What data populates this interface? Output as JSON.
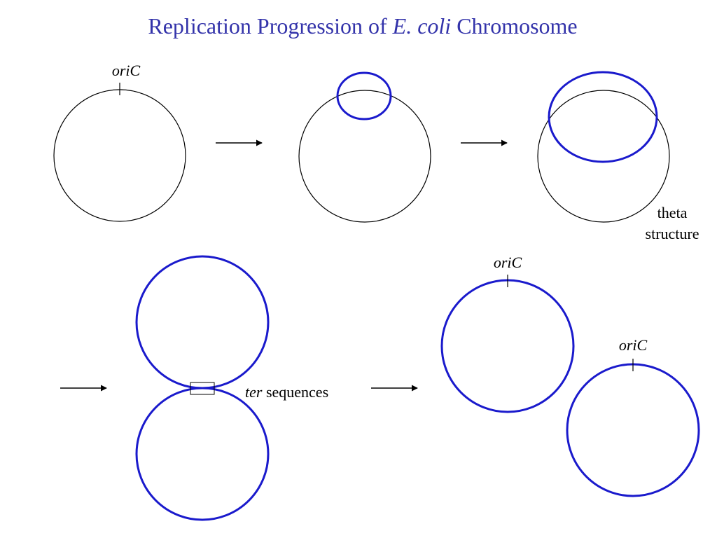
{
  "title": {
    "prefix": "Replication Progression of ",
    "italic": "E. coli",
    "suffix": " Chromosome"
  },
  "labels": {
    "origin": "oriC",
    "theta_line1": "theta",
    "theta_line2": "structure",
    "ter_italic": "ter",
    "ter_rest": " sequences"
  },
  "colors": {
    "title": "#3333aa",
    "parental_strand": "#000000",
    "new_strand": "#1a1acc",
    "arrow": "#000000"
  }
}
